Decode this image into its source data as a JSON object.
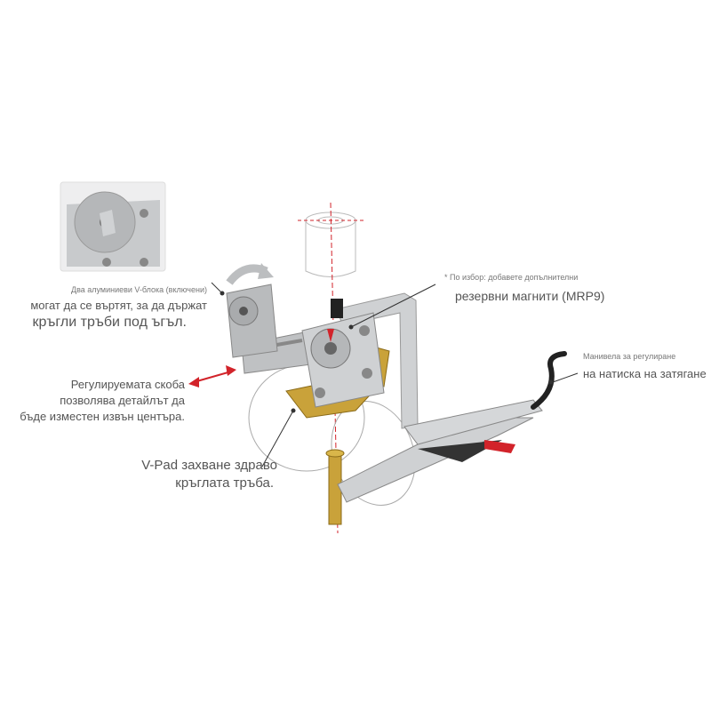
{
  "labels": {
    "vblock": {
      "line1": "Два алуминиеви V-блока (включени)",
      "line2": "могат да се въртят, за да държат",
      "line3": "кръгли тръби под ъгъл."
    },
    "bracket": {
      "line1": "Регулируемата скоба",
      "line2": "позволява детайлът да",
      "line3": "бъде изместен извън центъра."
    },
    "vpad": {
      "line1": "V-Pad захване здраво",
      "line2": "кръглата тръба."
    },
    "magnets": {
      "line1": "* По избор: добавете допълнителни",
      "line2": "резервни магнити (MRP9)"
    },
    "handle": {
      "line1": "Манивела за регулиране",
      "line2": "на натиска на затягане"
    }
  },
  "colors": {
    "accent": "#d2232a",
    "metal": "#c9cbcd",
    "brass": "#c9a23a",
    "leader": "#333333"
  }
}
